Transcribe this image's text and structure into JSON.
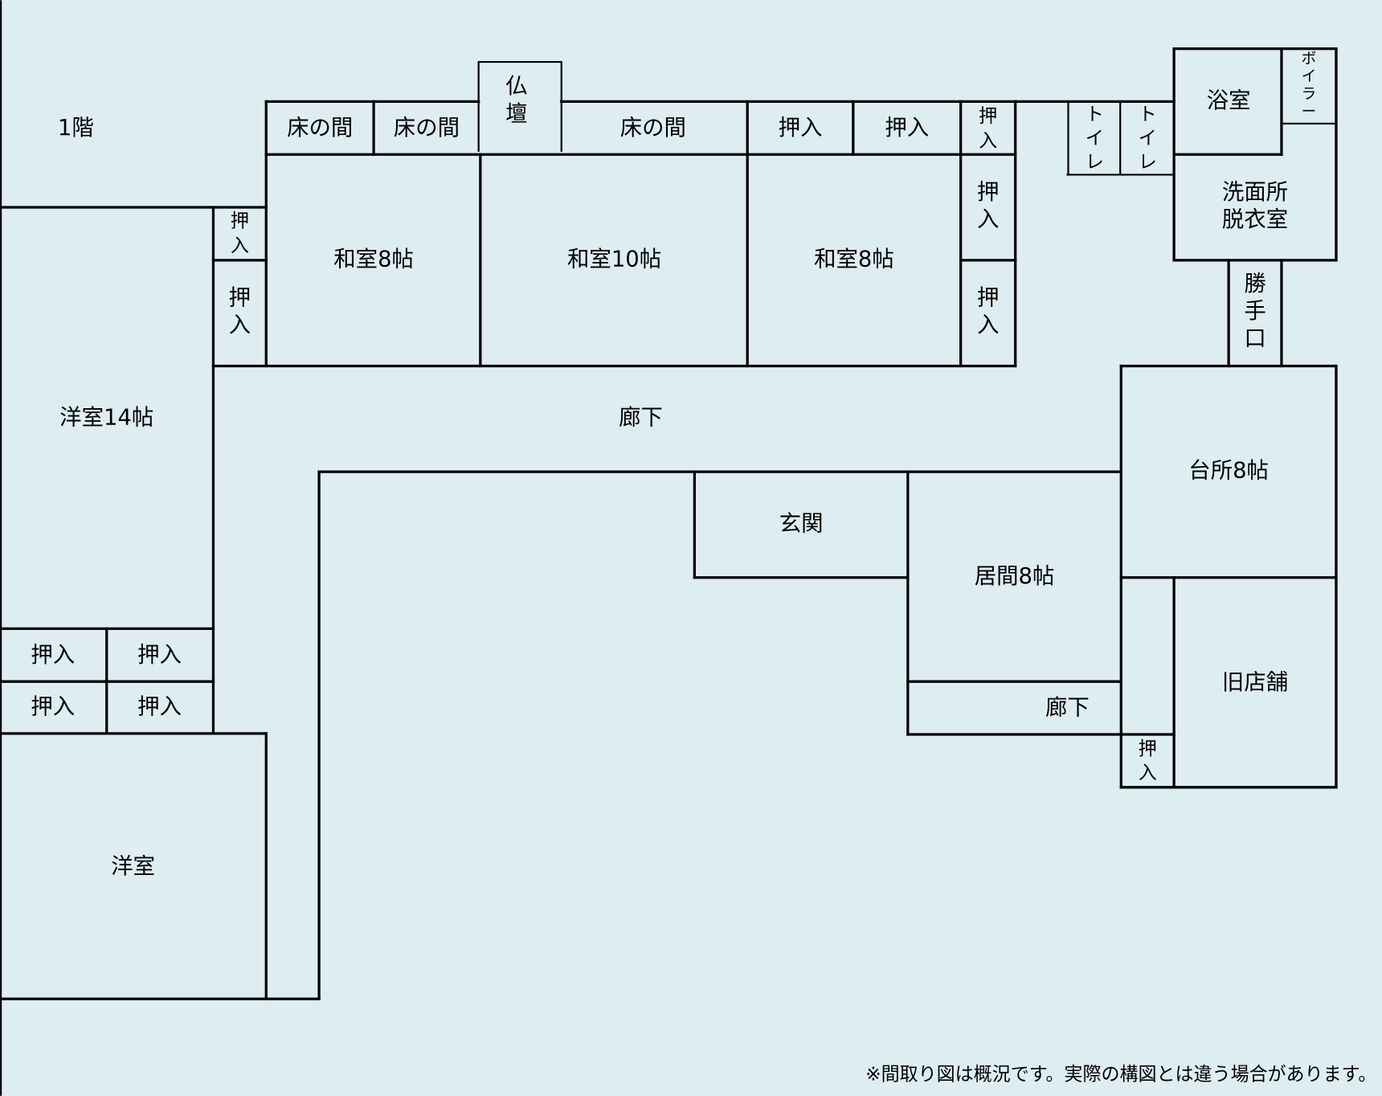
{
  "floor_label": "1階",
  "rooms": {
    "tokonoma1": "床の間",
    "tokonoma2": "床の間",
    "tokonoma3": "床の間",
    "butsudan": [
      "仏",
      "壇"
    ],
    "oshiire_top1": "押入",
    "oshiire_top2": "押入",
    "oshiire_top3": [
      "押",
      "入"
    ],
    "oshiire_right1": [
      "押",
      "入"
    ],
    "oshiire_right2": [
      "押",
      "入"
    ],
    "oshiire_left1": [
      "押",
      "入"
    ],
    "oshiire_left2": [
      "押",
      "入"
    ],
    "washitsu8_left": "和室8帖",
    "washitsu10": "和室10帖",
    "washitsu8_right": "和室8帖",
    "toilet1": [
      "ト",
      "イ",
      "レ"
    ],
    "toilet2": [
      "ト",
      "イ",
      "レ"
    ],
    "bath": "浴室",
    "boiler": [
      "ボ",
      "イ",
      "ラ",
      "ー"
    ],
    "senmen": [
      "洗面所",
      "脱衣室"
    ],
    "katteguchi": [
      "勝",
      "手",
      "口"
    ],
    "youshitsu14": "洋室14帖",
    "rouka": "廊下",
    "kitchen": "台所8帖",
    "genkan": "玄関",
    "ima": "居間8帖",
    "kyutenpo": "旧店舗",
    "rouka2": "廊下",
    "oshiire_small": [
      "押",
      "入"
    ],
    "oshiire_grid": [
      "押入",
      "押入",
      "押入",
      "押入"
    ],
    "youshitsu": "洋室"
  },
  "note": "※間取り図は概況です。実際の構図とは違う場合があります。"
}
